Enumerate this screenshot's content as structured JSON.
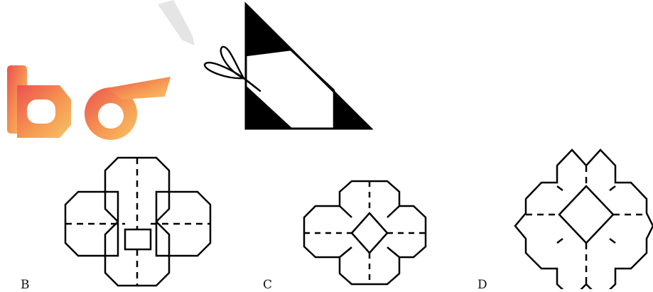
{
  "watermark": {
    "text": "bo",
    "gradient": [
      "#e8201e",
      "#f37a22",
      "#f8b33a"
    ],
    "icon": "pencil-icon"
  },
  "question": {
    "folded_paper": {
      "fill": "#000000",
      "background": "#ffffff",
      "scissors_icon": "scissors-icon"
    }
  },
  "options": [
    {
      "label": "B"
    },
    {
      "label": "C"
    },
    {
      "label": "D"
    }
  ]
}
